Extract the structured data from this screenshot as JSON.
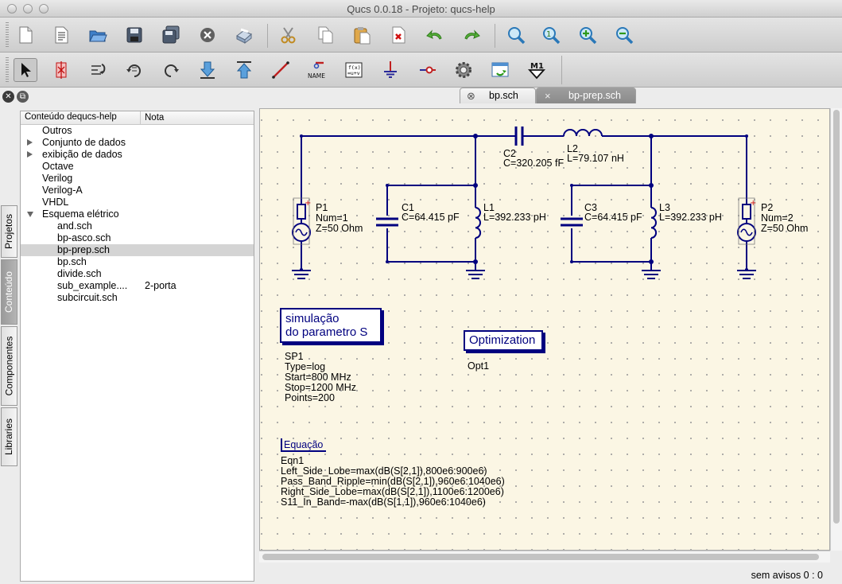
{
  "window": {
    "title": "Qucs 0.0.18 - Projeto: qucs-help"
  },
  "dock": {
    "side_tabs": [
      "Projetos",
      "Conteúdo",
      "Componentes",
      "Libraries"
    ],
    "active_side_tab": "Conteúdo",
    "tree_headers": [
      "Conteúdo dequcs-help",
      "Nota"
    ],
    "tree_items": [
      {
        "label": "Outros",
        "note": "",
        "expand": "none",
        "indent": 0
      },
      {
        "label": "Conjunto de dados",
        "note": "",
        "expand": "collapsed",
        "indent": 0
      },
      {
        "label": "exibição de dados",
        "note": "",
        "expand": "collapsed",
        "indent": 0
      },
      {
        "label": "Octave",
        "note": "",
        "expand": "none",
        "indent": 0
      },
      {
        "label": "Verilog",
        "note": "",
        "expand": "none",
        "indent": 0
      },
      {
        "label": "Verilog-A",
        "note": "",
        "expand": "none",
        "indent": 0
      },
      {
        "label": "VHDL",
        "note": "",
        "expand": "none",
        "indent": 0
      },
      {
        "label": "Esquema elétrico",
        "note": "",
        "expand": "expanded",
        "indent": 0
      },
      {
        "label": "and.sch",
        "note": "",
        "expand": "none",
        "indent": 1
      },
      {
        "label": "bp-asco.sch",
        "note": "",
        "expand": "none",
        "indent": 1
      },
      {
        "label": "bp-prep.sch",
        "note": "",
        "expand": "none",
        "indent": 1,
        "selected": true
      },
      {
        "label": "bp.sch",
        "note": "",
        "expand": "none",
        "indent": 1
      },
      {
        "label": "divide.sch",
        "note": "",
        "expand": "none",
        "indent": 1
      },
      {
        "label": "sub_example....",
        "note": "2-porta",
        "expand": "none",
        "indent": 1
      },
      {
        "label": "subcircuit.sch",
        "note": "",
        "expand": "none",
        "indent": 1
      }
    ]
  },
  "editor": {
    "tabs": [
      {
        "label": "bp.sch",
        "active": false,
        "close": "⊗"
      },
      {
        "label": "bp-prep.sch",
        "active": true,
        "close": "×"
      }
    ]
  },
  "toolbar1": [
    {
      "name": "new-file-icon"
    },
    {
      "name": "new-text-icon"
    },
    {
      "name": "open-icon"
    },
    {
      "name": "save-icon"
    },
    {
      "name": "save-all-icon"
    },
    {
      "name": "close-document-icon"
    },
    {
      "name": "print-icon"
    },
    {
      "name": "cut-icon"
    },
    {
      "name": "copy-icon"
    },
    {
      "name": "paste-icon"
    },
    {
      "name": "delete-icon"
    },
    {
      "name": "undo-icon"
    },
    {
      "name": "redo-icon"
    },
    {
      "name": "zoom-fit-icon"
    },
    {
      "name": "zoom-selection-icon"
    },
    {
      "name": "zoom-in-icon"
    },
    {
      "name": "zoom-out-icon"
    }
  ],
  "toolbar2": [
    {
      "name": "select-icon"
    },
    {
      "name": "mirror-x-icon"
    },
    {
      "name": "mirror-y-icon"
    },
    {
      "name": "rotate-icon"
    },
    {
      "name": "rotate-ccw-icon"
    },
    {
      "name": "go-into-subcircuit-icon"
    },
    {
      "name": "pop-out-icon"
    },
    {
      "name": "wire-icon"
    },
    {
      "name": "wire-label-icon"
    },
    {
      "name": "insert-equation-icon"
    },
    {
      "name": "insert-ground-icon"
    },
    {
      "name": "insert-port-icon"
    },
    {
      "name": "simulate-icon"
    },
    {
      "name": "view-data-display-icon"
    },
    {
      "name": "set-marker-icon"
    }
  ],
  "toolbar_labels": {
    "wire_label": "NAME",
    "equation": "f(x)\n=u+v",
    "marker": "M1"
  },
  "schematic": {
    "C2": {
      "name": "C2",
      "value": "C=320.205 fF"
    },
    "L2": {
      "name": "L2",
      "value": "L=79.107 nH"
    },
    "C1": {
      "name": "C1",
      "value": "C=64.415 pF"
    },
    "L1": {
      "name": "L1",
      "value": "L=392.233 pH"
    },
    "C3": {
      "name": "C3",
      "value": "C=64.415 pF"
    },
    "L3": {
      "name": "L3",
      "value": "L=392.233 pH"
    },
    "P1": {
      "name": "P1",
      "num": "Num=1",
      "z": "Z=50 Ohm"
    },
    "P2": {
      "name": "P2",
      "num": "Num=2",
      "z": "Z=50 Ohm"
    },
    "sim": {
      "title_line1": "simulação",
      "title_line2": "do parametro S",
      "name": "SP1",
      "type": "Type=log",
      "start": "Start=800 MHz",
      "stop": "Stop=1200 MHz",
      "points": "Points=200"
    },
    "opt": {
      "title": "Optimization",
      "name": "Opt1"
    },
    "eq": {
      "title": "Equação",
      "name": "Eqn1",
      "lines": [
        "Left_Side_Lobe=max(dB(S[2,1]),800e6:900e6)",
        "Pass_Band_Ripple=min(dB(S[2,1]),960e6:1040e6)",
        "Right_Side_Lobe=max(dB(S[2,1]),1100e6:1200e6)",
        "S11_In_Band=-max(dB(S[1,1]),960e6:1040e6)"
      ]
    }
  },
  "status": {
    "text": "sem avisos 0 : 0"
  }
}
